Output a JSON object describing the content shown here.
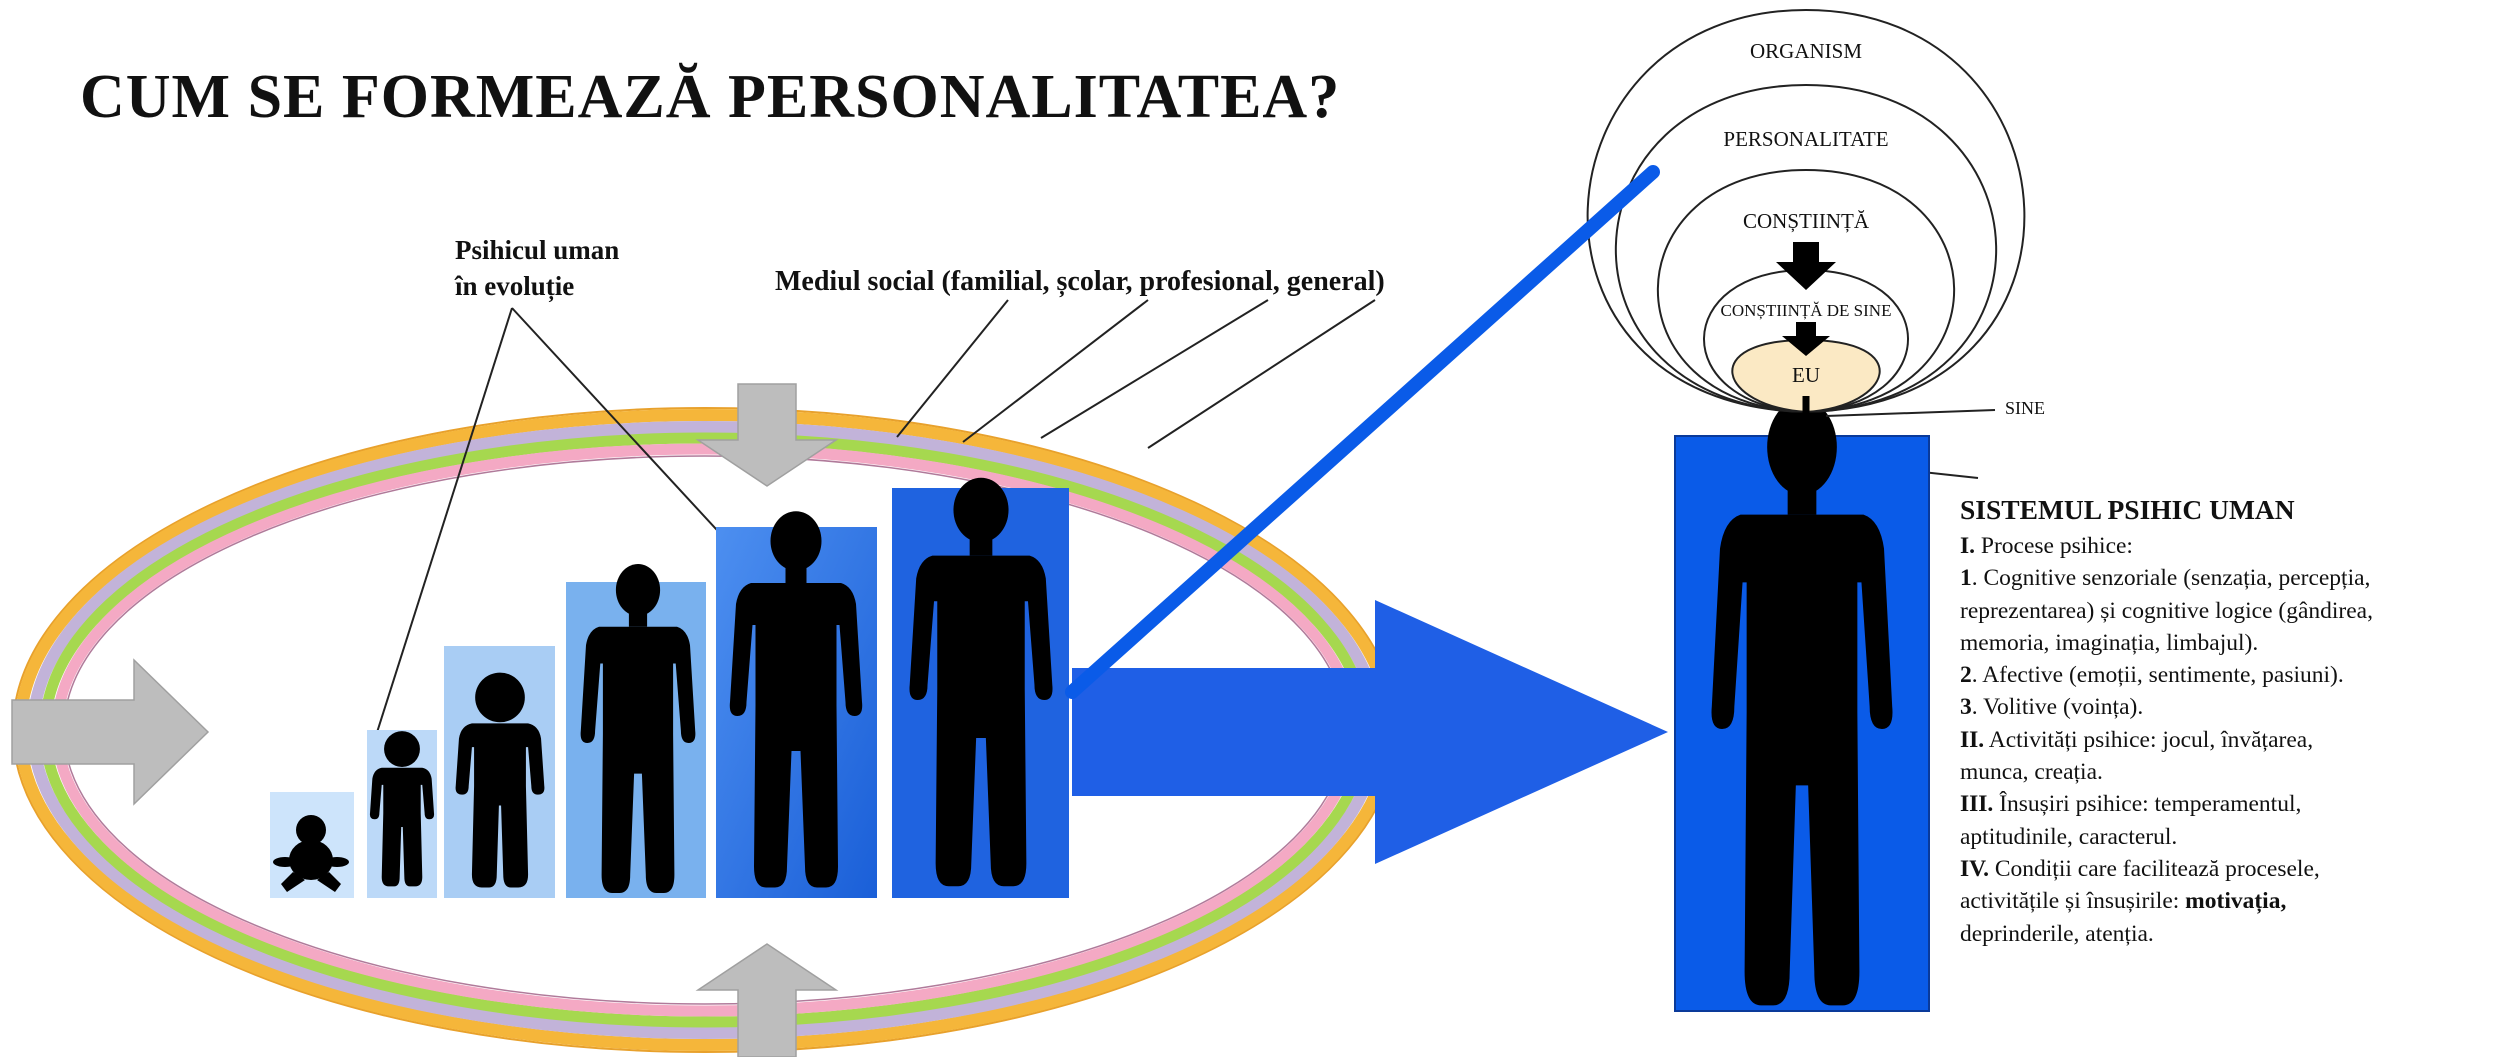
{
  "title": "CUM SE FORMEAZĂ PERSONALITATEA?",
  "labels": {
    "psihic_line1": "Psihicul uman",
    "psihic_line2": "în evoluție",
    "mediul": "Mediul social (familial, școlar, profesional, general)"
  },
  "rings": {
    "organism": "ORGANISM",
    "personalitate": "PERSONALITATE",
    "constiinta": "CONȘTIINȚĂ",
    "constiinta_de_sine": "CONȘTIINȚĂ DE SINE",
    "eu": "EU",
    "sine": "SINE"
  },
  "sistem": {
    "heading": "SISTEMUL PSIHIC UMAN",
    "l1_num": "I.",
    "l1_text": " Procese psihice:",
    "l2_num": "1",
    "l2_text": ". Cognitive senzoriale (senzația, percepția,",
    "l3": "reprezentarea) și cognitive logice (gândirea,",
    "l4": "memoria, imaginația, limbajul).",
    "l5_num": "2",
    "l5_text": ". Afective (emoții, sentimente, pasiuni).",
    "l6_num": "3",
    "l6_text": ". Volitive (voința).",
    "l7_num": "II.",
    "l7_text": " Activități psihice: jocul, învățarea,",
    "l8": "munca, creația.",
    "l9_num": "III.",
    "l9_text": " Însușiri psihice: temperamentul,",
    "l10": "aptitudinile, caracterul.",
    "l11_num": "IV.",
    "l11_text": " Condiții care facilitează procesele,",
    "l12_a": "activitățile și însușirile: ",
    "l12_b": "motivația,",
    "l13": "deprinderile, atenția."
  },
  "colors": {
    "ring_orange": "#f5b63a",
    "ring_lavender": "#c2b3d9",
    "ring_green": "#a6d84f",
    "ring_pink": "#f4a9c4",
    "arrow_gray": "#bdbdbd",
    "blue_bright": "#0a5be8",
    "blue_light": "#a9cdf4",
    "eu_fill": "#fbe9c4"
  }
}
